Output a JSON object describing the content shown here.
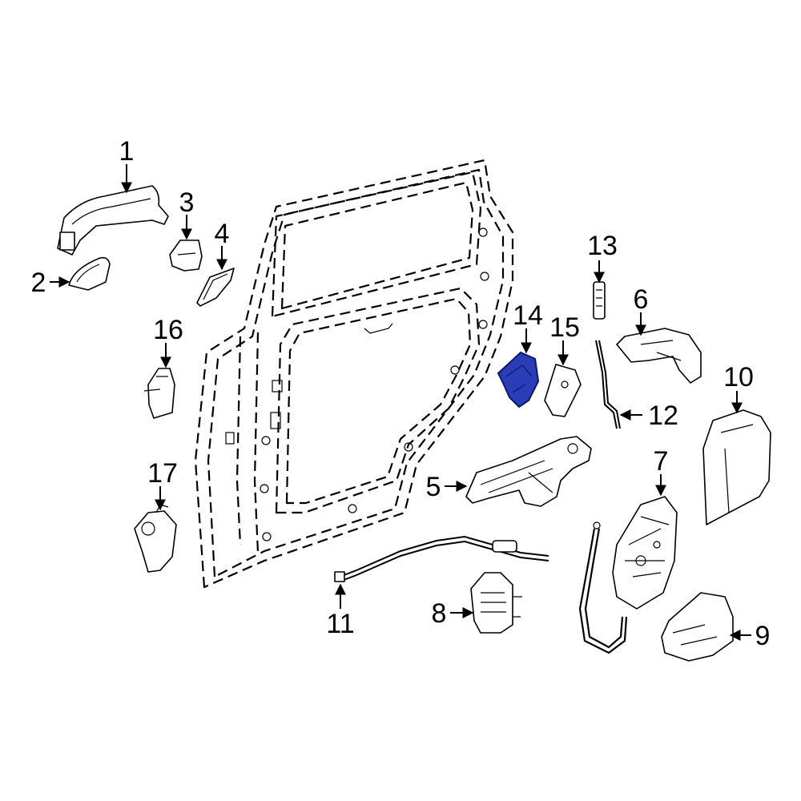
{
  "colors": {
    "line": "#000000",
    "background": "#ffffff",
    "highlight_fill": "#2a3db6",
    "highlight_stroke": "#0b1670"
  },
  "highlighted_part": "14",
  "callouts": [
    {
      "id": "1",
      "label": "1"
    },
    {
      "id": "2",
      "label": "2"
    },
    {
      "id": "3",
      "label": "3"
    },
    {
      "id": "4",
      "label": "4"
    },
    {
      "id": "5",
      "label": "5"
    },
    {
      "id": "6",
      "label": "6"
    },
    {
      "id": "7",
      "label": "7"
    },
    {
      "id": "8",
      "label": "8"
    },
    {
      "id": "9",
      "label": "9"
    },
    {
      "id": "10",
      "label": "10"
    },
    {
      "id": "11",
      "label": "11"
    },
    {
      "id": "12",
      "label": "12"
    },
    {
      "id": "13",
      "label": "13"
    },
    {
      "id": "14",
      "label": "14"
    },
    {
      "id": "15",
      "label": "15"
    },
    {
      "id": "16",
      "label": "16"
    },
    {
      "id": "17",
      "label": "17"
    }
  ]
}
